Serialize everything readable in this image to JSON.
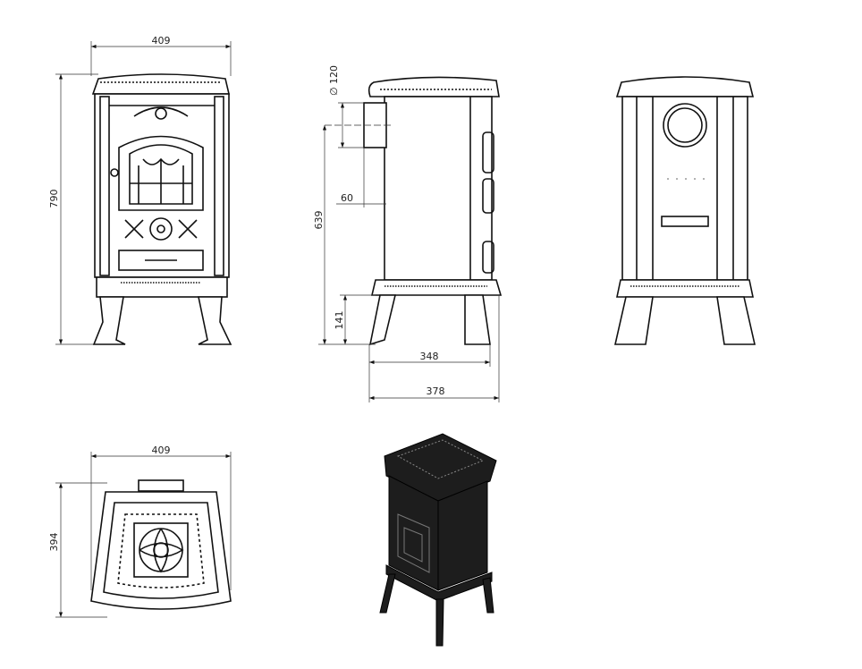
{
  "title": "Stove dimension drawing",
  "units_note": "",
  "dimensions": {
    "front_width": "409",
    "front_height": "790",
    "flue_diameter": "∅ 120",
    "flue_depth": "60",
    "flue_height": "639",
    "leg_height": "141",
    "side_depth_inner": "348",
    "side_depth_total": "378",
    "top_width": "409",
    "top_depth": "394"
  },
  "colors": {
    "line": "#111111",
    "fill": "#ffffff",
    "iso_body": "#1d1d1d"
  }
}
